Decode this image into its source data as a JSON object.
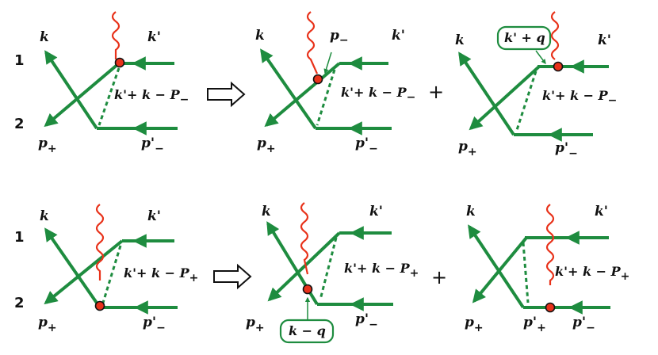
{
  "colors": {
    "line": "#1e8c3f",
    "photon": "#e8321a",
    "vertex_fill": "#e8321a",
    "vertex_stroke": "#111111",
    "text": "#111111"
  },
  "icons": [
    "photon-wavy-line-icon",
    "vertex-dot-icon",
    "double-arrow-icon",
    "arrowhead-icon"
  ],
  "row_labels": [
    "1",
    "2"
  ],
  "operators": {
    "implies": "⇨",
    "plus": "+"
  },
  "labels": {
    "k": "k",
    "kprime": "k'",
    "p": "p",
    "pprime": "p'",
    "plus_sub": "+",
    "minus_sub": "−",
    "propagator_top": "k'+ k − P",
    "propagator_bottom": "k'+ k − P",
    "kq_plus": "k' + q",
    "kq_minus": "k − q"
  }
}
